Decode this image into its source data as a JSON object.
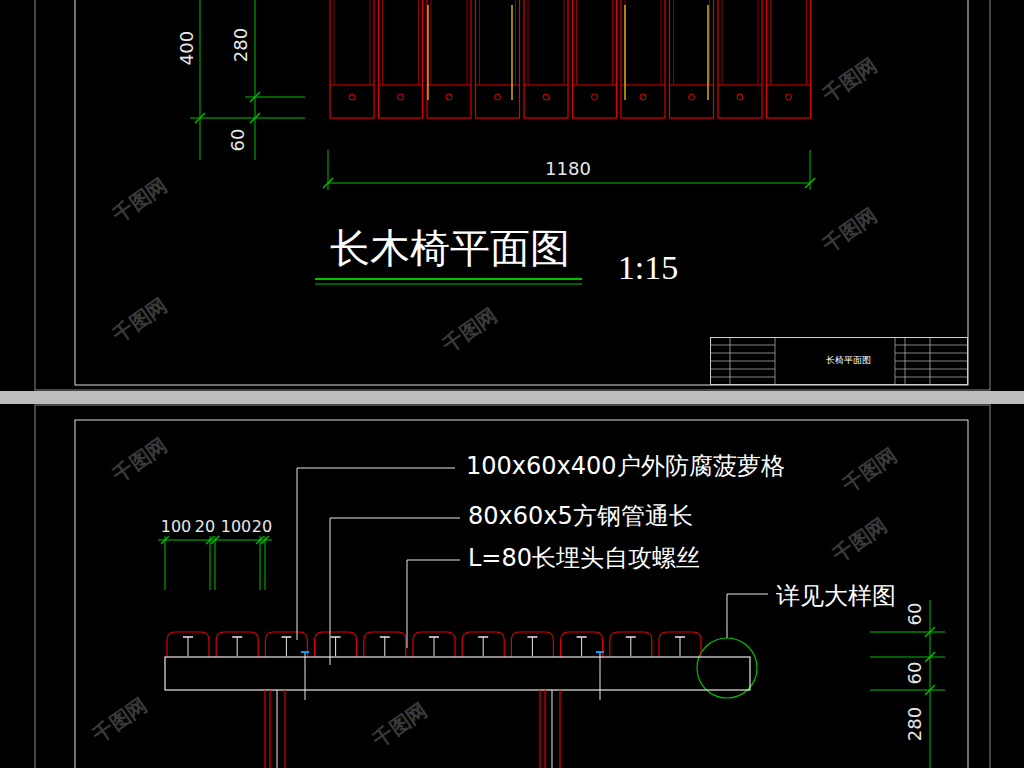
{
  "diagram": {
    "title": "长木椅平面图",
    "nodes": [
      {
        "text": [
          "长椅平面图"
        ]
      }
    ],
    "labels": [
      "400",
      "280",
      "60",
      "1180",
      "1:15",
      "100x60x400户外防腐菠萝格",
      "80x60x5方钢管通长",
      "L=80长埋头自攻螺丝",
      "详见大样图",
      "100",
      "20",
      "100",
      "20",
      "60",
      "60",
      "280",
      "千图网",
      "千图网",
      "千图网",
      "千图网",
      "千图网",
      "千图网",
      "千图网",
      "千图网",
      "千图网",
      "千图网"
    ]
  }
}
